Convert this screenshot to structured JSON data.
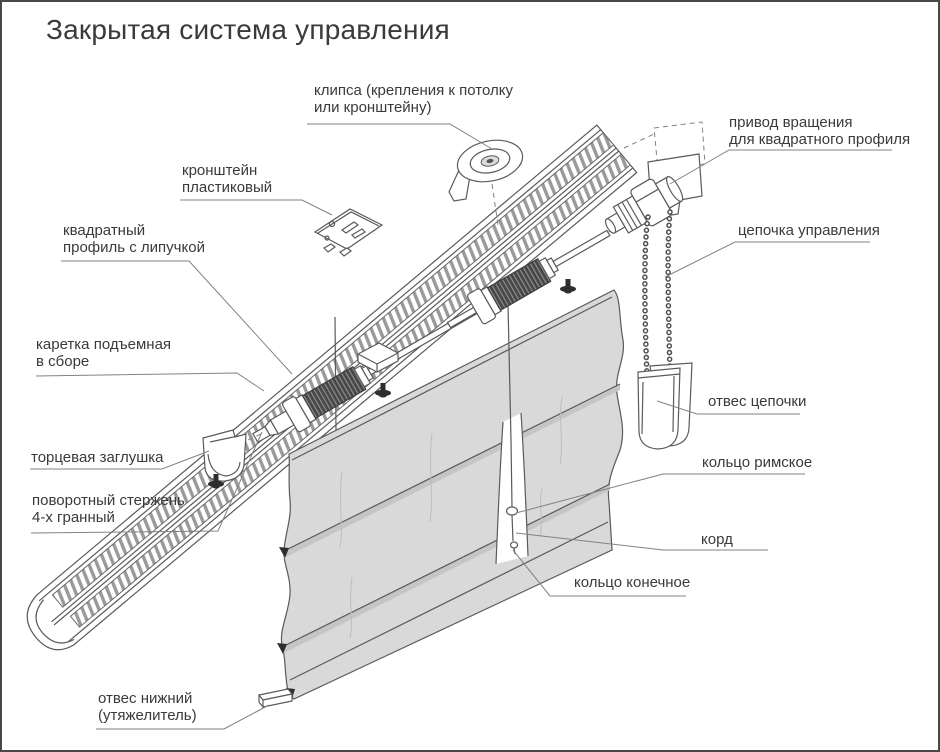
{
  "title": "Закрытая система управления",
  "diagram": {
    "labels": {
      "clip": "клипса (крепления к потолку\nили кронштейну)",
      "drive": "привод вращения\nдля квадратного профиля",
      "bracket": "кронштейн\nпластиковый",
      "profile": "квадратный\nпрофиль с липучкой",
      "control_chain": "цепочка управления",
      "carriage": "каретка подъемная\nв сборе",
      "chain_weight": "отвес цепочки",
      "end_cap": "торцевая заглушка",
      "rod": "поворотный стержень\n4-х гранный",
      "roman_ring": "кольцо римское",
      "cord": "корд",
      "end_ring": "кольцо конечное",
      "bottom_weight": "отвес нижний\n(утяжелитель)"
    },
    "colors": {
      "line": "#5a5a5a",
      "leader": "#828282",
      "fabric": "#d9d9d9",
      "text": "#3a3a3a",
      "background": "#ffffff"
    }
  }
}
